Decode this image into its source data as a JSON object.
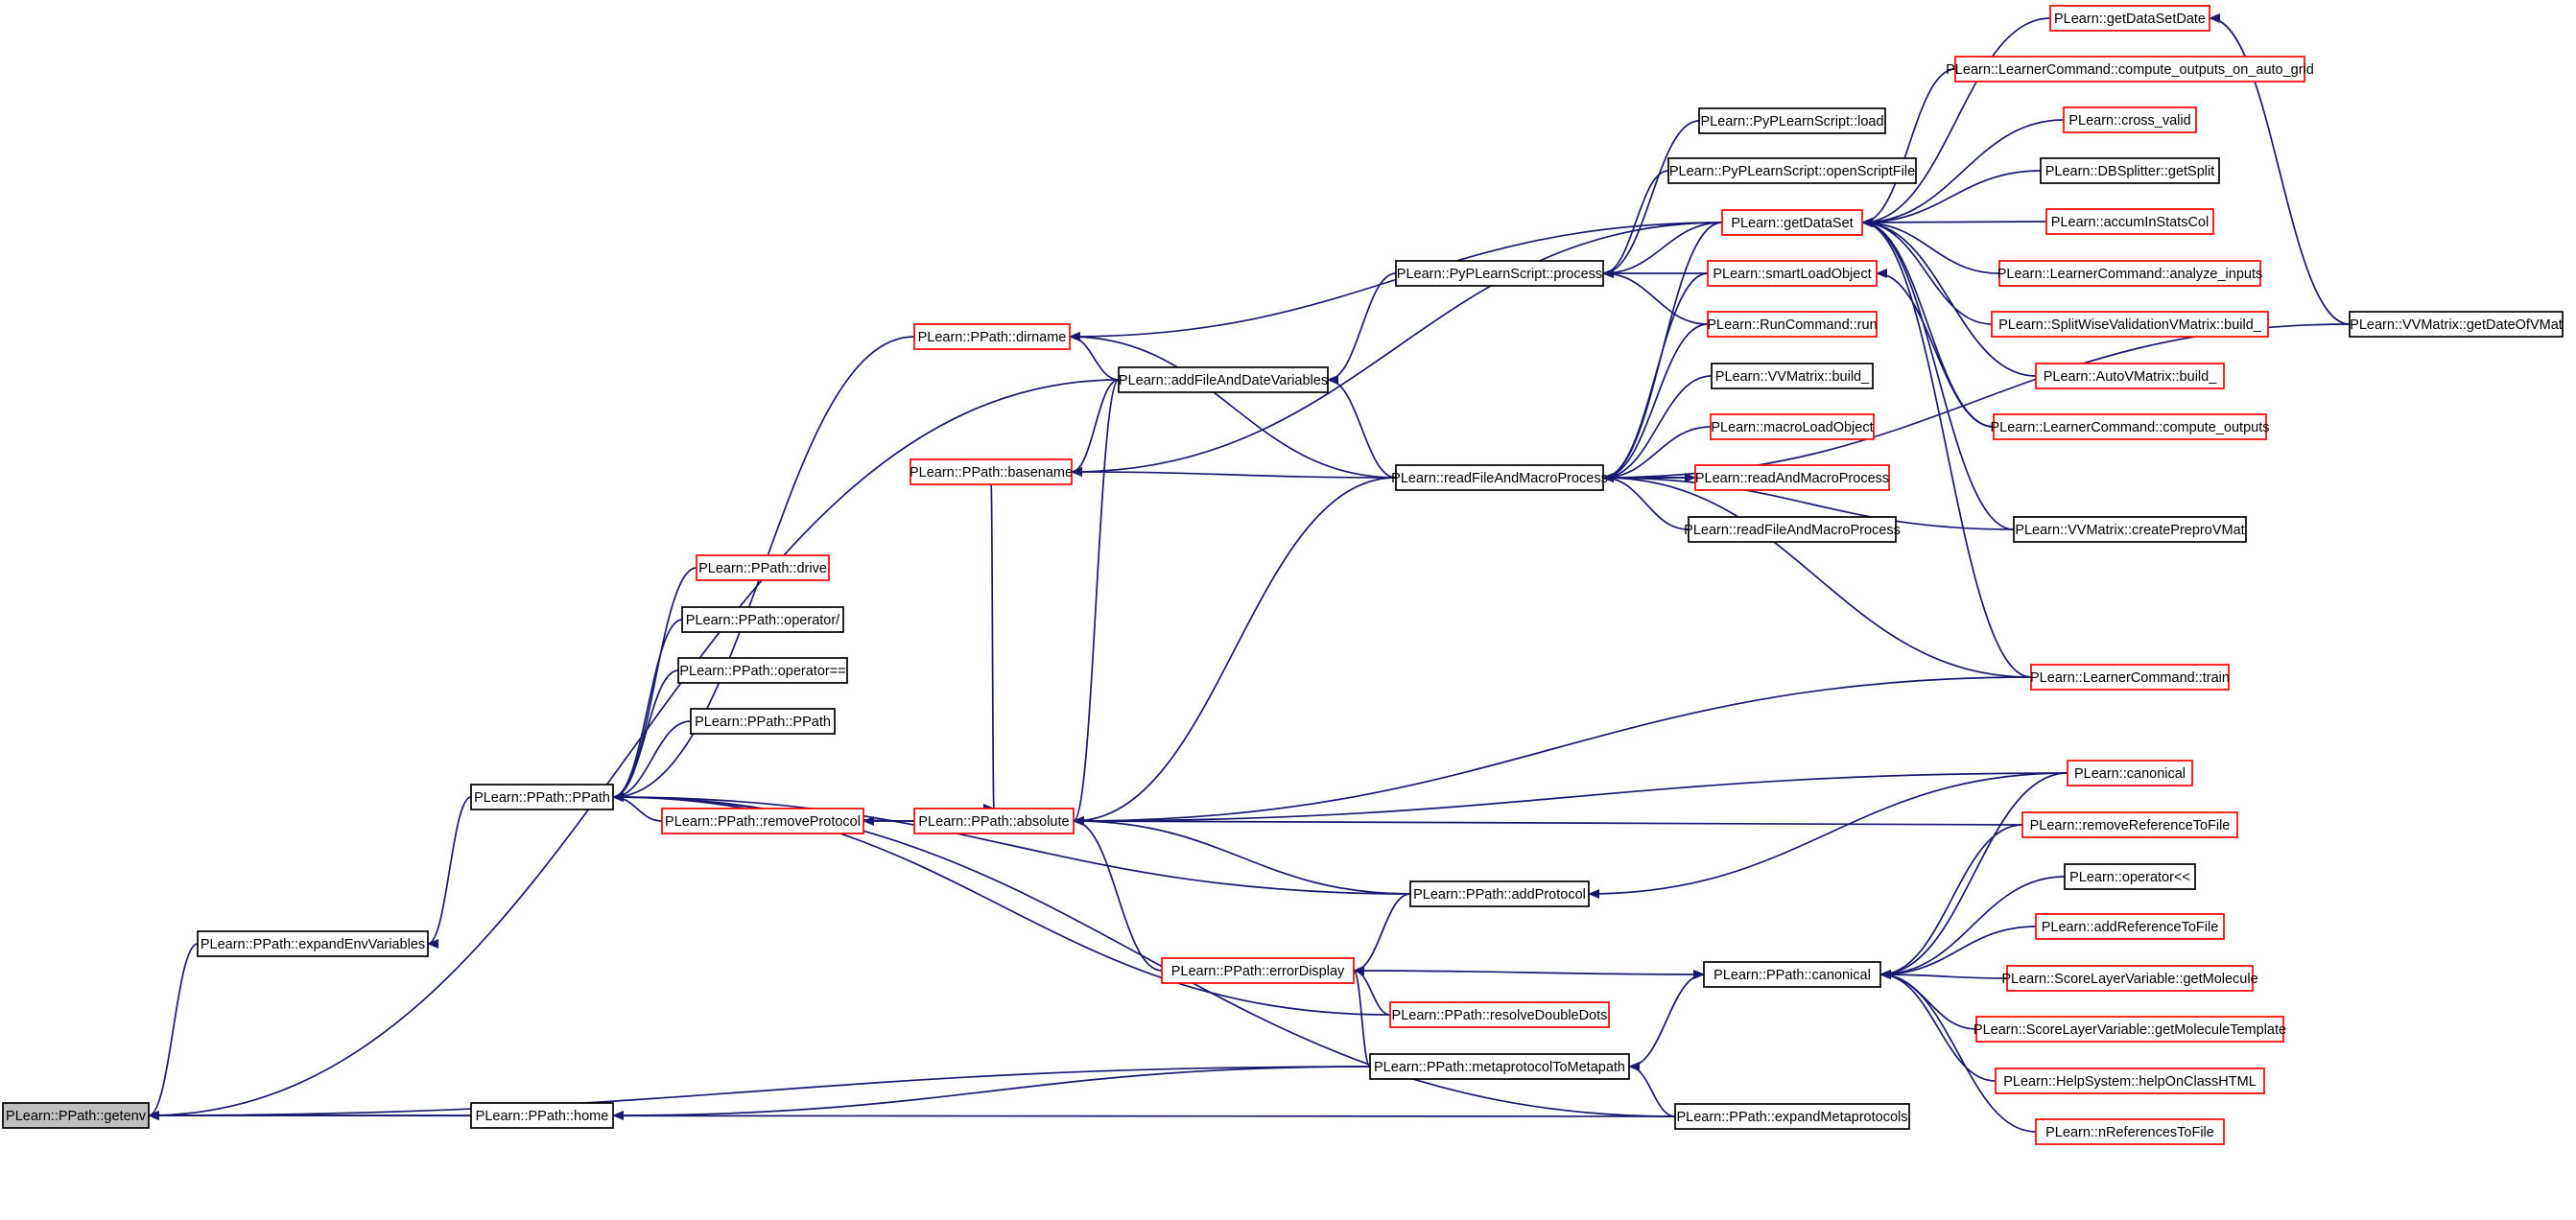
{
  "diagram": {
    "title": "",
    "colors": {
      "edge": "#191970",
      "normal_border": "#000000",
      "red_border": "#ff0000",
      "root_fill": "#bfbfbf",
      "fill": "#ffffff"
    },
    "nodes": [
      {
        "id": "getenv",
        "label": "PLearn::PPath::getenv",
        "style": "root"
      },
      {
        "id": "expandEnvVariables",
        "label": "PLearn::PPath::expandEnvVariables",
        "style": "black"
      },
      {
        "id": "home",
        "label": "PLearn::PPath::home",
        "style": "black"
      },
      {
        "id": "PPath",
        "label": "PLearn::PPath::PPath",
        "style": "black"
      },
      {
        "id": "dirname",
        "label": "PLearn::PPath::dirname",
        "style": "red"
      },
      {
        "id": "basename",
        "label": "PLearn::PPath::basename",
        "style": "red"
      },
      {
        "id": "drive",
        "label": "PLearn::PPath::drive",
        "style": "red"
      },
      {
        "id": "opSlash",
        "label": "PLearn::PPath::operator/",
        "style": "black"
      },
      {
        "id": "opEq",
        "label": "PLearn::PPath::operator==",
        "style": "black"
      },
      {
        "id": "PPathCtor",
        "label": "PLearn::PPath::PPath",
        "style": "black"
      },
      {
        "id": "removeProtocol",
        "label": "PLearn::PPath::removeProtocol",
        "style": "red"
      },
      {
        "id": "absolute",
        "label": "PLearn::PPath::absolute",
        "style": "red"
      },
      {
        "id": "addFileAndDateVariables",
        "label": "PLearn::addFileAndDateVariables",
        "style": "black"
      },
      {
        "id": "errorDisplay",
        "label": "PLearn::PPath::errorDisplay",
        "style": "red"
      },
      {
        "id": "pyProcess",
        "label": "PLearn::PyPLearnScript::process",
        "style": "black"
      },
      {
        "id": "pyLoad",
        "label": "PLearn::PyPLearnScript::load",
        "style": "black"
      },
      {
        "id": "pyOpen",
        "label": "PLearn::PyPLearnScript::openScriptFile",
        "style": "black"
      },
      {
        "id": "readFileAndMacroProcess",
        "label": "PLearn::readFileAndMacroProcess",
        "style": "black"
      },
      {
        "id": "addProtocol",
        "label": "PLearn::PPath::addProtocol",
        "style": "black"
      },
      {
        "id": "resolveDoubleDots",
        "label": "PLearn::PPath::resolveDoubleDots",
        "style": "red"
      },
      {
        "id": "metaprotocolToMetapath",
        "label": "PLearn::PPath::metaprotocolToMetapath",
        "style": "black"
      },
      {
        "id": "expandMetaprotocols",
        "label": "PLearn::PPath::expandMetaprotocols",
        "style": "black"
      },
      {
        "id": "getDataSet",
        "label": "PLearn::getDataSet",
        "style": "red"
      },
      {
        "id": "smartLoadObject",
        "label": "PLearn::smartLoadObject",
        "style": "red"
      },
      {
        "id": "runCommandRun",
        "label": "PLearn::RunCommand::run",
        "style": "red"
      },
      {
        "id": "vvBuild",
        "label": "PLearn::VVMatrix::build_",
        "style": "black"
      },
      {
        "id": "macroLoadObject",
        "label": "PLearn::macroLoadObject",
        "style": "red"
      },
      {
        "id": "readAndMacroProcess",
        "label": "PLearn::readAndMacroProcess",
        "style": "red"
      },
      {
        "id": "readFileAndMacroProcess2",
        "label": "PLearn::readFileAndMacroProcess",
        "style": "black"
      },
      {
        "id": "ppCanonical",
        "label": "PLearn::PPath::canonical",
        "style": "black"
      },
      {
        "id": "getDataSetDate",
        "label": "PLearn::getDataSetDate",
        "style": "red"
      },
      {
        "id": "computeOutputsGrid",
        "label": "PLearn::LearnerCommand::compute_outputs_on_auto_grid",
        "style": "red"
      },
      {
        "id": "crossValid",
        "label": "PLearn::cross_valid",
        "style": "red"
      },
      {
        "id": "dbSplitter",
        "label": "PLearn::DBSplitter::getSplit",
        "style": "black"
      },
      {
        "id": "accumInStatsCol",
        "label": "PLearn::accumInStatsCol",
        "style": "red"
      },
      {
        "id": "analyzeInputs",
        "label": "PLearn::LearnerCommand::analyze_inputs",
        "style": "red"
      },
      {
        "id": "splitWise",
        "label": "PLearn::SplitWiseValidationVMatrix::build_",
        "style": "red"
      },
      {
        "id": "autoVMatrix",
        "label": "PLearn::AutoVMatrix::build_",
        "style": "red"
      },
      {
        "id": "computeOutputs",
        "label": "PLearn::LearnerCommand::compute_outputs",
        "style": "red"
      },
      {
        "id": "createPreproVMat",
        "label": "PLearn::VVMatrix::createPreproVMat",
        "style": "black"
      },
      {
        "id": "learnerTrain",
        "label": "PLearn::LearnerCommand::train",
        "style": "red"
      },
      {
        "id": "canonicalFn",
        "label": "PLearn::canonical",
        "style": "red"
      },
      {
        "id": "removeReferenceToFile",
        "label": "PLearn::removeReferenceToFile",
        "style": "red"
      },
      {
        "id": "operatorShift",
        "label": "PLearn::operator<<",
        "style": "black"
      },
      {
        "id": "addReferenceToFile",
        "label": "PLearn::addReferenceToFile",
        "style": "red"
      },
      {
        "id": "getMolecule",
        "label": "PLearn::ScoreLayerVariable::getMolecule",
        "style": "red"
      },
      {
        "id": "getMoleculeTemplate",
        "label": "PLearn::ScoreLayerVariable::getMoleculeTemplate",
        "style": "red"
      },
      {
        "id": "helpOnClassHTML",
        "label": "PLearn::HelpSystem::helpOnClassHTML",
        "style": "red"
      },
      {
        "id": "nReferencesToFile",
        "label": "PLearn::nReferencesToFile",
        "style": "red"
      },
      {
        "id": "getDateOfVMat",
        "label": "PLearn::VVMatrix::getDateOfVMat",
        "style": "black"
      }
    ],
    "edges": [
      {
        "from": "expandEnvVariables",
        "to": "getenv"
      },
      {
        "from": "home",
        "to": "getenv"
      },
      {
        "from": "addFileAndDateVariables",
        "to": "getenv"
      },
      {
        "from": "metaprotocolToMetapath",
        "to": "getenv"
      },
      {
        "from": "expandMetaprotocols",
        "to": "getenv"
      },
      {
        "from": "PPath",
        "to": "expandEnvVariables"
      },
      {
        "from": "metaprotocolToMetapath",
        "to": "home"
      },
      {
        "from": "dirname",
        "to": "PPath"
      },
      {
        "from": "drive",
        "to": "PPath"
      },
      {
        "from": "opSlash",
        "to": "PPath"
      },
      {
        "from": "opEq",
        "to": "PPath"
      },
      {
        "from": "PPathCtor",
        "to": "PPath"
      },
      {
        "from": "removeProtocol",
        "to": "PPath"
      },
      {
        "from": "absolute",
        "to": "PPath"
      },
      {
        "from": "addProtocol",
        "to": "PPath"
      },
      {
        "from": "resolveDoubleDots",
        "to": "PPath"
      },
      {
        "from": "expandMetaprotocols",
        "to": "PPath"
      },
      {
        "from": "absolute",
        "to": "removeProtocol"
      },
      {
        "from": "addFileAndDateVariables",
        "to": "dirname"
      },
      {
        "from": "readFileAndMacroProcess",
        "to": "dirname"
      },
      {
        "from": "getDataSet",
        "to": "dirname"
      },
      {
        "from": "addFileAndDateVariables",
        "to": "basename"
      },
      {
        "from": "readFileAndMacroProcess",
        "to": "basename"
      },
      {
        "from": "getDataSet",
        "to": "basename"
      },
      {
        "from": "addFileAndDateVariables",
        "to": "absolute"
      },
      {
        "from": "readFileAndMacroProcess",
        "to": "absolute"
      },
      {
        "from": "learnerTrain",
        "to": "absolute"
      },
      {
        "from": "canonicalFn",
        "to": "absolute"
      },
      {
        "from": "removeReferenceToFile",
        "to": "absolute"
      },
      {
        "from": "addProtocol",
        "to": "absolute"
      },
      {
        "from": "errorDisplay",
        "to": "absolute"
      },
      {
        "from": "basename",
        "to": "absolute"
      },
      {
        "from": "pyProcess",
        "to": "addFileAndDateVariables"
      },
      {
        "from": "readFileAndMacroProcess",
        "to": "addFileAndDateVariables"
      },
      {
        "from": "pyLoad",
        "to": "pyProcess"
      },
      {
        "from": "pyOpen",
        "to": "pyProcess"
      },
      {
        "from": "getDataSet",
        "to": "pyProcess"
      },
      {
        "from": "smartLoadObject",
        "to": "pyProcess"
      },
      {
        "from": "runCommandRun",
        "to": "pyProcess"
      },
      {
        "from": "getDataSet",
        "to": "readFileAndMacroProcess"
      },
      {
        "from": "smartLoadObject",
        "to": "readFileAndMacroProcess"
      },
      {
        "from": "runCommandRun",
        "to": "readFileAndMacroProcess"
      },
      {
        "from": "vvBuild",
        "to": "readFileAndMacroProcess"
      },
      {
        "from": "macroLoadObject",
        "to": "readFileAndMacroProcess"
      },
      {
        "from": "readAndMacroProcess",
        "to": "readFileAndMacroProcess"
      },
      {
        "from": "readFileAndMacroProcess2",
        "to": "readFileAndMacroProcess"
      },
      {
        "from": "createPreproVMat",
        "to": "readFileAndMacroProcess"
      },
      {
        "from": "getDateOfVMat",
        "to": "readFileAndMacroProcess"
      },
      {
        "from": "learnerTrain",
        "to": "readFileAndMacroProcess"
      },
      {
        "from": "readFileAndMacroProcess",
        "to": "readAndMacroProcess"
      },
      {
        "from": "computeOutputs",
        "to": "smartLoadObject"
      },
      {
        "from": "getDataSetDate",
        "to": "getDataSet"
      },
      {
        "from": "computeOutputsGrid",
        "to": "getDataSet"
      },
      {
        "from": "crossValid",
        "to": "getDataSet"
      },
      {
        "from": "dbSplitter",
        "to": "getDataSet"
      },
      {
        "from": "accumInStatsCol",
        "to": "getDataSet"
      },
      {
        "from": "analyzeInputs",
        "to": "getDataSet"
      },
      {
        "from": "splitWise",
        "to": "getDataSet"
      },
      {
        "from": "autoVMatrix",
        "to": "getDataSet"
      },
      {
        "from": "computeOutputs",
        "to": "getDataSet"
      },
      {
        "from": "createPreproVMat",
        "to": "getDataSet"
      },
      {
        "from": "learnerTrain",
        "to": "getDataSet"
      },
      {
        "from": "getDateOfVMat",
        "to": "getDataSetDate"
      },
      {
        "from": "metaprotocolToMetapath",
        "to": "errorDisplay"
      },
      {
        "from": "resolveDoubleDots",
        "to": "errorDisplay"
      },
      {
        "from": "addProtocol",
        "to": "errorDisplay"
      },
      {
        "from": "errorDisplay",
        "to": "ppCanonical"
      },
      {
        "from": "metaprotocolToMetapath",
        "to": "ppCanonical"
      },
      {
        "from": "canonicalFn",
        "to": "ppCanonical"
      },
      {
        "from": "removeReferenceToFile",
        "to": "ppCanonical"
      },
      {
        "from": "operatorShift",
        "to": "ppCanonical"
      },
      {
        "from": "addReferenceToFile",
        "to": "ppCanonical"
      },
      {
        "from": "getMolecule",
        "to": "ppCanonical"
      },
      {
        "from": "getMoleculeTemplate",
        "to": "ppCanonical"
      },
      {
        "from": "helpOnClassHTML",
        "to": "ppCanonical"
      },
      {
        "from": "nReferencesToFile",
        "to": "ppCanonical"
      },
      {
        "from": "expandMetaprotocols",
        "to": "metaprotocolToMetapath"
      },
      {
        "from": "canonicalFn",
        "to": "addProtocol"
      }
    ]
  }
}
